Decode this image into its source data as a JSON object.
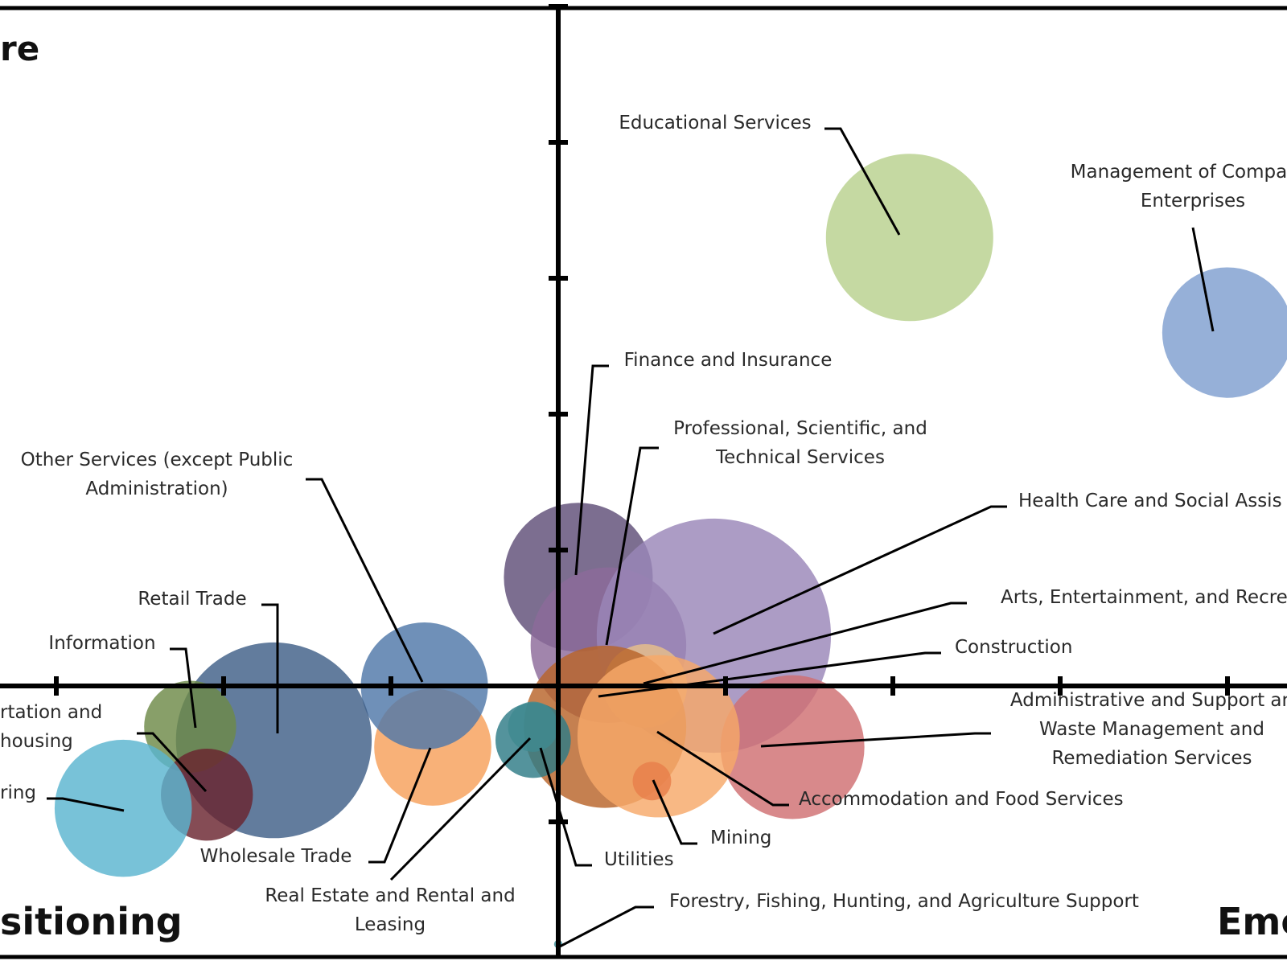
{
  "chart_data": {
    "type": "scatter",
    "subtype": "bubble",
    "title": "",
    "xlabel": "",
    "ylabel": "",
    "quadrant_labels": {
      "top_left": "re",
      "bottom_left": "sitioning",
      "bottom_right": "Eme"
    },
    "series": [
      {
        "name": "Educational Services",
        "label_lines": [
          "Educational Services"
        ],
        "x": 2.1,
        "y": 3.3,
        "size": 1.0,
        "color": "#b8d18e"
      },
      {
        "name": "Management of Companies and Enterprises",
        "label_lines": [
          "Management of Companie",
          "Enterprises"
        ],
        "x": 4.0,
        "y": 2.6,
        "size": 0.78,
        "color": "#7f9fcf"
      },
      {
        "name": "Finance and Insurance",
        "label_lines": [
          "Finance and Insurance"
        ],
        "x": 0.12,
        "y": 0.8,
        "size": 0.89,
        "color": "#5f4e78"
      },
      {
        "name": "Professional, Scientific, and Technical Services",
        "label_lines": [
          "Professional, Scientific, and",
          "Technical Services"
        ],
        "x": 0.3,
        "y": 0.3,
        "size": 0.93,
        "color": "#8c6a9a"
      },
      {
        "name": "Health Care and Social Assistance",
        "label_lines": [
          "Health Care and Social Assis"
        ],
        "x": 0.93,
        "y": 0.37,
        "size": 1.4,
        "color": "#9a86b8"
      },
      {
        "name": "Arts, Entertainment, and Recreation",
        "label_lines": [
          "Arts, Entertainment, and Recre"
        ],
        "x": 0.52,
        "y": 0.0,
        "size": 0.5,
        "color": "#e8c08a"
      },
      {
        "name": "Construction",
        "label_lines": [
          "Construction"
        ],
        "x": 0.28,
        "y": -0.3,
        "size": 0.97,
        "color": "#b8642a"
      },
      {
        "name": "Administrative and Support and Waste Management and Remediation Services",
        "label_lines": [
          "Administrative and Support an",
          "Waste Management and",
          "Remediation Services"
        ],
        "x": 1.4,
        "y": -0.45,
        "size": 0.86,
        "color": "#cf6f72"
      },
      {
        "name": "Accommodation and Food Services",
        "label_lines": [
          "Accommodation and Food Services"
        ],
        "x": 0.6,
        "y": -0.37,
        "size": 0.97,
        "color": "#f6a869"
      },
      {
        "name": "Mining",
        "label_lines": [
          "Mining"
        ],
        "x": 0.56,
        "y": -0.7,
        "size": 0.23,
        "color": "#e87f4a"
      },
      {
        "name": "Utilities",
        "label_lines": [
          "Utilities"
        ],
        "x": -0.15,
        "y": -0.4,
        "size": 0.45,
        "color": "#2e7b86"
      },
      {
        "name": "Forestry, Fishing, Hunting, and Agriculture Support",
        "label_lines": [
          "Forestry, Fishing, Hunting, and Agriculture Support"
        ],
        "x": 0.0,
        "y": -1.9,
        "size": 0.05,
        "color": "#3d8f9a"
      },
      {
        "name": "Real Estate and Rental and Leasing",
        "label_lines": [
          "Real Estate and Rental and",
          "Leasing"
        ],
        "x": -0.15,
        "y": -0.3,
        "size": 0.3,
        "color": "#3f8a90"
      },
      {
        "name": "Wholesale Trade",
        "label_lines": [
          "Wholesale Trade"
        ],
        "x": -0.75,
        "y": -0.45,
        "size": 0.7,
        "color": "#f6a05a"
      },
      {
        "name": "Other Services (except Public Administration)",
        "label_lines": [
          "Other Services (except Public",
          "Administration)"
        ],
        "x": -0.8,
        "y": 0.0,
        "size": 0.76,
        "color": "#4f77a8"
      },
      {
        "name": "Retail Trade",
        "label_lines": [
          "Retail Trade"
        ],
        "x": -1.7,
        "y": -0.4,
        "size": 1.17,
        "color": "#3f5f88"
      },
      {
        "name": "Information",
        "label_lines": [
          "Information"
        ],
        "x": -2.2,
        "y": -0.3,
        "size": 0.55,
        "color": "#6e8a48"
      },
      {
        "name": "Transportation and Warehousing",
        "label_lines": [
          "rtation and",
          "housing"
        ],
        "x": -2.1,
        "y": -0.8,
        "size": 0.55,
        "color": "#6a2430"
      },
      {
        "name": "Manufacturing",
        "label_lines": [
          "ring"
        ],
        "x": -2.6,
        "y": -0.9,
        "size": 0.82,
        "color": "#5ab5cf"
      }
    ]
  }
}
